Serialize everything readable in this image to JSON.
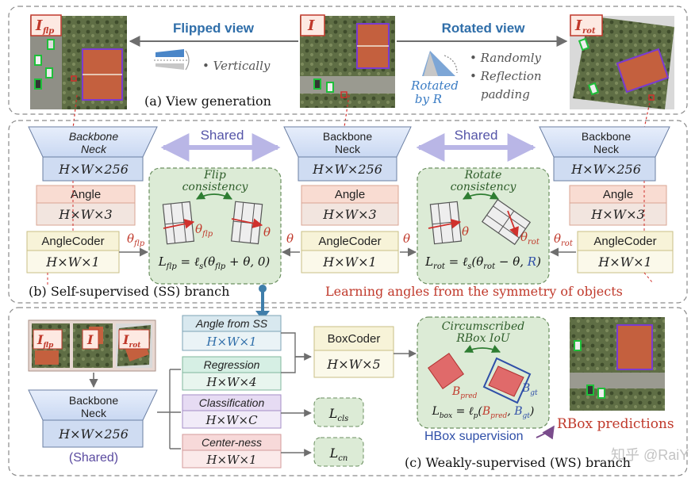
{
  "colors": {
    "blue_text": "#2f6ea9",
    "red_text": "#c0392b",
    "purple_text": "#5a4aa0",
    "shared_text": "#5555a8",
    "arrow_gray": "#6e6e6e",
    "section_border": "#8a8a8a",
    "consistency_fill": "#dcebd6",
    "backbone_fill": "#dce6f6",
    "angle_fill": "#f9dcd2",
    "anglecoder_fill": "#f7f3d8"
  },
  "view_generation": {
    "flip_tag_base": "I",
    "flip_tag_sub": "flp",
    "center_tag": "I",
    "rot_tag_base": "I",
    "rot_tag_sub": "rot",
    "flipped_title": "Flipped view",
    "rotated_title": "Rotated view",
    "vertically": "• Vertically",
    "rotated_by_line1": "Rotated",
    "rotated_by_line2": "by ",
    "rotated_by_symbol": "R",
    "randomly": "• Randomly",
    "reflection": "• Reflection",
    "padding": "padding",
    "caption": "(a) View generation"
  },
  "ss_branch": {
    "shared_label": "Shared",
    "backbone_line1": "Backbone",
    "backbone_line2": "Neck",
    "backbone_dim": "H×W×256",
    "angle_label": "Angle",
    "angle_dim": "H×W×3",
    "anglecoder_label": "AngleCoder",
    "anglecoder_dim": "H×W×1",
    "theta": "θ",
    "flp_sub": "flp",
    "rot_sub": "rot",
    "flip_consistency_line1": "Flip",
    "flip_consistency_line2": "consistency",
    "rotate_consistency_line1": "Rotate",
    "rotate_consistency_line2": "consistency",
    "loss_flip": "L_flp = ℓ_s(θ_flp + θ, 0)",
    "loss_rot": "L_rot = ℓ_s(θ_rot − θ, R)",
    "caption": "(b) Self-supervised (SS) branch",
    "learning_caption": "Learning angles from the symmetry of objects"
  },
  "ws_branch": {
    "thumb_tags": [
      "I_flp",
      "I",
      "I_rot"
    ],
    "backbone_line1": "Backbone",
    "backbone_line2": "Neck",
    "backbone_dim": "H×W×256",
    "shared_paren": "(Shared)",
    "heads": [
      {
        "label": "Angle from SS",
        "dim": "H×W×1"
      },
      {
        "label": "Regression",
        "dim": "H×W×4"
      },
      {
        "label": "Classification",
        "dim": "H×W×C"
      },
      {
        "label": "Center-ness",
        "dim": "H×W×1"
      }
    ],
    "boxcoder_label": "BoxCoder",
    "boxcoder_dim": "H×W×5",
    "loss_cls": "L_cls",
    "loss_cn": "L_cn",
    "circumscribed_line1": "Circumscribed",
    "circumscribed_line2": "RBox IoU",
    "b_pred": "B_pred",
    "b_gt": "B_gt",
    "loss_box": "L_box = ℓ_p(B_pred, B_gt)",
    "hbox_supervision": "HBox supervision",
    "rbox_predictions": "RBox predictions",
    "caption": "(c) Weakly-supervised (WS) branch",
    "watermark": "知乎 @RaiY"
  }
}
